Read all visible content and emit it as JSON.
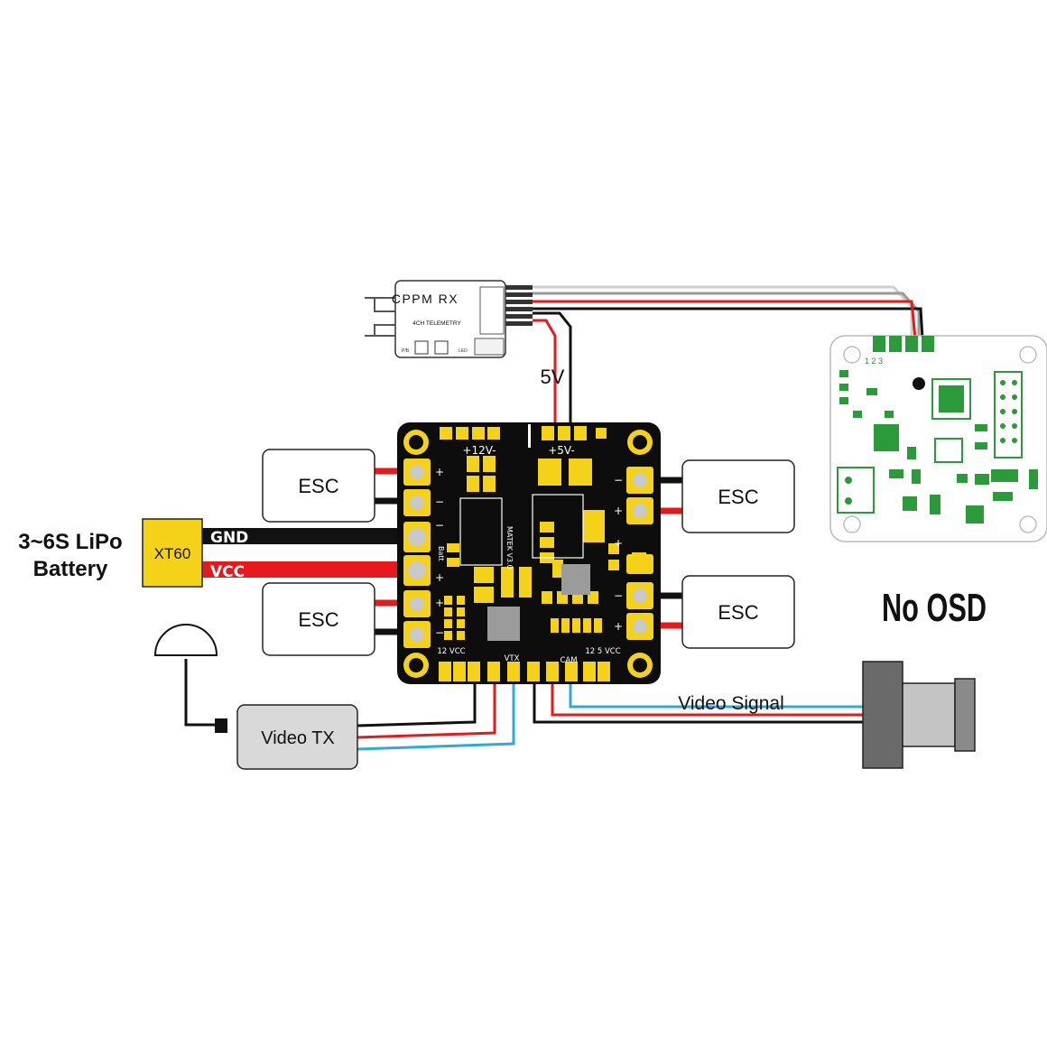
{
  "battery": {
    "line1": "3~6S LiPo",
    "line2": "Battery"
  },
  "connector": {
    "label": "XT60"
  },
  "wires": {
    "gnd": "GND",
    "vcc": "VCC"
  },
  "receiver": {
    "title": "CPPM RX",
    "subtitle": "4CH TELEMETRY",
    "left_mark": "P/B",
    "right_mark": "LED"
  },
  "rail_5v": "5V",
  "escs": [
    "ESC",
    "ESC",
    "ESC",
    "ESC"
  ],
  "pdb": {
    "rail_12v": "+12V-",
    "rail_5v": "+5V-",
    "model": "MATEK V3.0",
    "batt": "Batt",
    "vtx_pins": "12 VCC",
    "vtx": "VTX",
    "cam": "CAM",
    "cam_pins": "12  5  VCC",
    "plus": "+",
    "minus": "−"
  },
  "video_tx": "Video TX",
  "video_signal": "Video Signal",
  "fc": {
    "note": "No OSD",
    "pins": "1  2  3"
  },
  "colors": {
    "red": "#e8191c",
    "black": "#111111",
    "blue": "#2ea9df",
    "gray_wire": "#c8c8c8",
    "pcb": "#0d0d0d",
    "gold": "#f5d21a",
    "connector": "#f5d21a",
    "fc_green": "#2a9a3b"
  }
}
